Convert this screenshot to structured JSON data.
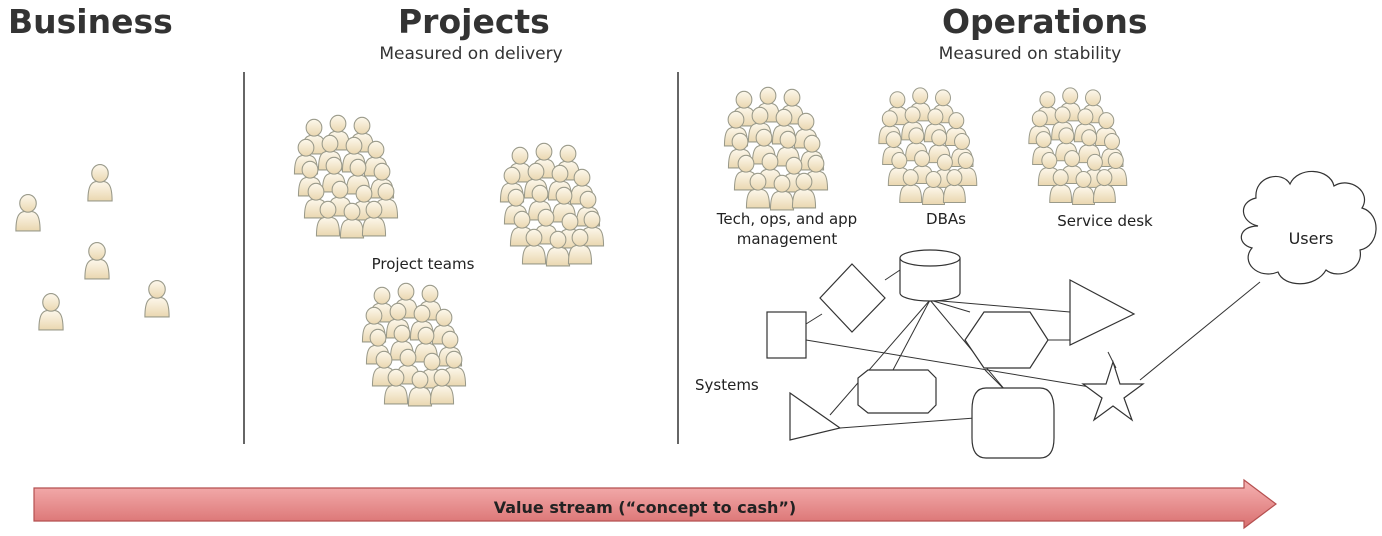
{
  "sections": {
    "business": {
      "title": "Business"
    },
    "projects": {
      "title": "Projects",
      "subtitle": "Measured on delivery"
    },
    "operations": {
      "title": "Operations",
      "subtitle": "Measured on stability"
    }
  },
  "labels": {
    "project_teams": "Project teams",
    "tech_ops_line1": "Tech, ops, and app",
    "tech_ops_line2": "management",
    "dbas": "DBAs",
    "service_desk": "Service desk",
    "systems": "Systems",
    "users": "Users"
  },
  "value_stream": "Value stream (“concept to cash”)",
  "colors": {
    "person_fill": "#f3e7cc",
    "person_stroke": "#9a9a8a",
    "arrow_fill": "#e98e8e",
    "arrow_stroke": "#b55050",
    "divider": "#333333"
  }
}
